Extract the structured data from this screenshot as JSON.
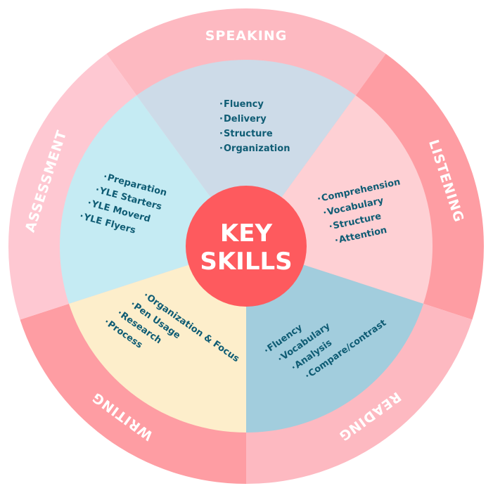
{
  "center": {
    "line1": "KEY",
    "line2": "SKILLS",
    "color": "#fe5a5e"
  },
  "text_color": "#0f5c74",
  "sections": [
    {
      "id": "speaking",
      "label": "SPEAKING",
      "outer_color": "#fdb9c1",
      "inner_color": "#cddbe8",
      "items": [
        "Fluency",
        "Delivery",
        "Structure",
        "Organization"
      ]
    },
    {
      "id": "listening",
      "label": "LISTENING",
      "outer_color": "#fe9da3",
      "inner_color": "#fed0d4",
      "items": [
        "Comprehension",
        "Vocabulary",
        "Structure",
        "Attention"
      ]
    },
    {
      "id": "reading",
      "label": "READING",
      "outer_color": "#fdb9c1",
      "inner_color": "#a2cddd",
      "items": [
        "Fluency",
        "Vocabulary",
        "Analysis",
        "Compare/contrast"
      ]
    },
    {
      "id": "writing",
      "label": "WRITING",
      "outer_color": "#fe9da3",
      "inner_color": "#fdeecb",
      "items": [
        "Organization & Focus",
        "Pen Usage",
        "Research",
        "Process"
      ]
    },
    {
      "id": "assessment",
      "label": "ASSESSMENT",
      "outer_color": "#fec8d2",
      "inner_color": "#c5ebf3",
      "items": [
        "Preparation",
        "YLE Starters",
        "YLE Moverd",
        "YLE Flyers"
      ]
    }
  ]
}
